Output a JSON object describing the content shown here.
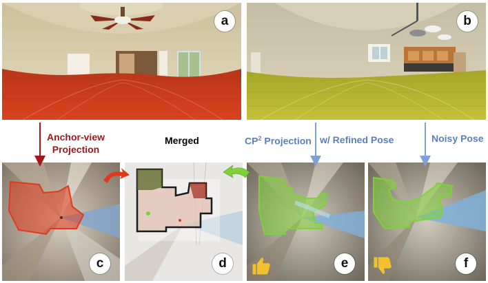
{
  "badges": {
    "a": "a",
    "b": "b",
    "c": "c",
    "d": "d",
    "e": "e",
    "f": "f"
  },
  "labels": {
    "anchor_view_line1": "Anchor-view",
    "anchor_view_line2": "Projection",
    "merged": "Merged",
    "cp2_base": "CP",
    "cp2_sup": "2",
    "cp2_rest": " Projection",
    "refined_pose": "w/ Refined Pose",
    "noisy_pose": "Noisy Pose"
  },
  "colors": {
    "red_text": "#a4161a",
    "blue_text": "#5a7fbf",
    "red_overlay": "#e03a1e",
    "green_overlay": "#7fd13a",
    "thumb": "#f2c12e"
  },
  "icons": {
    "thumbs_up": "thumbs-up-icon",
    "thumbs_down": "thumbs-down-icon"
  }
}
